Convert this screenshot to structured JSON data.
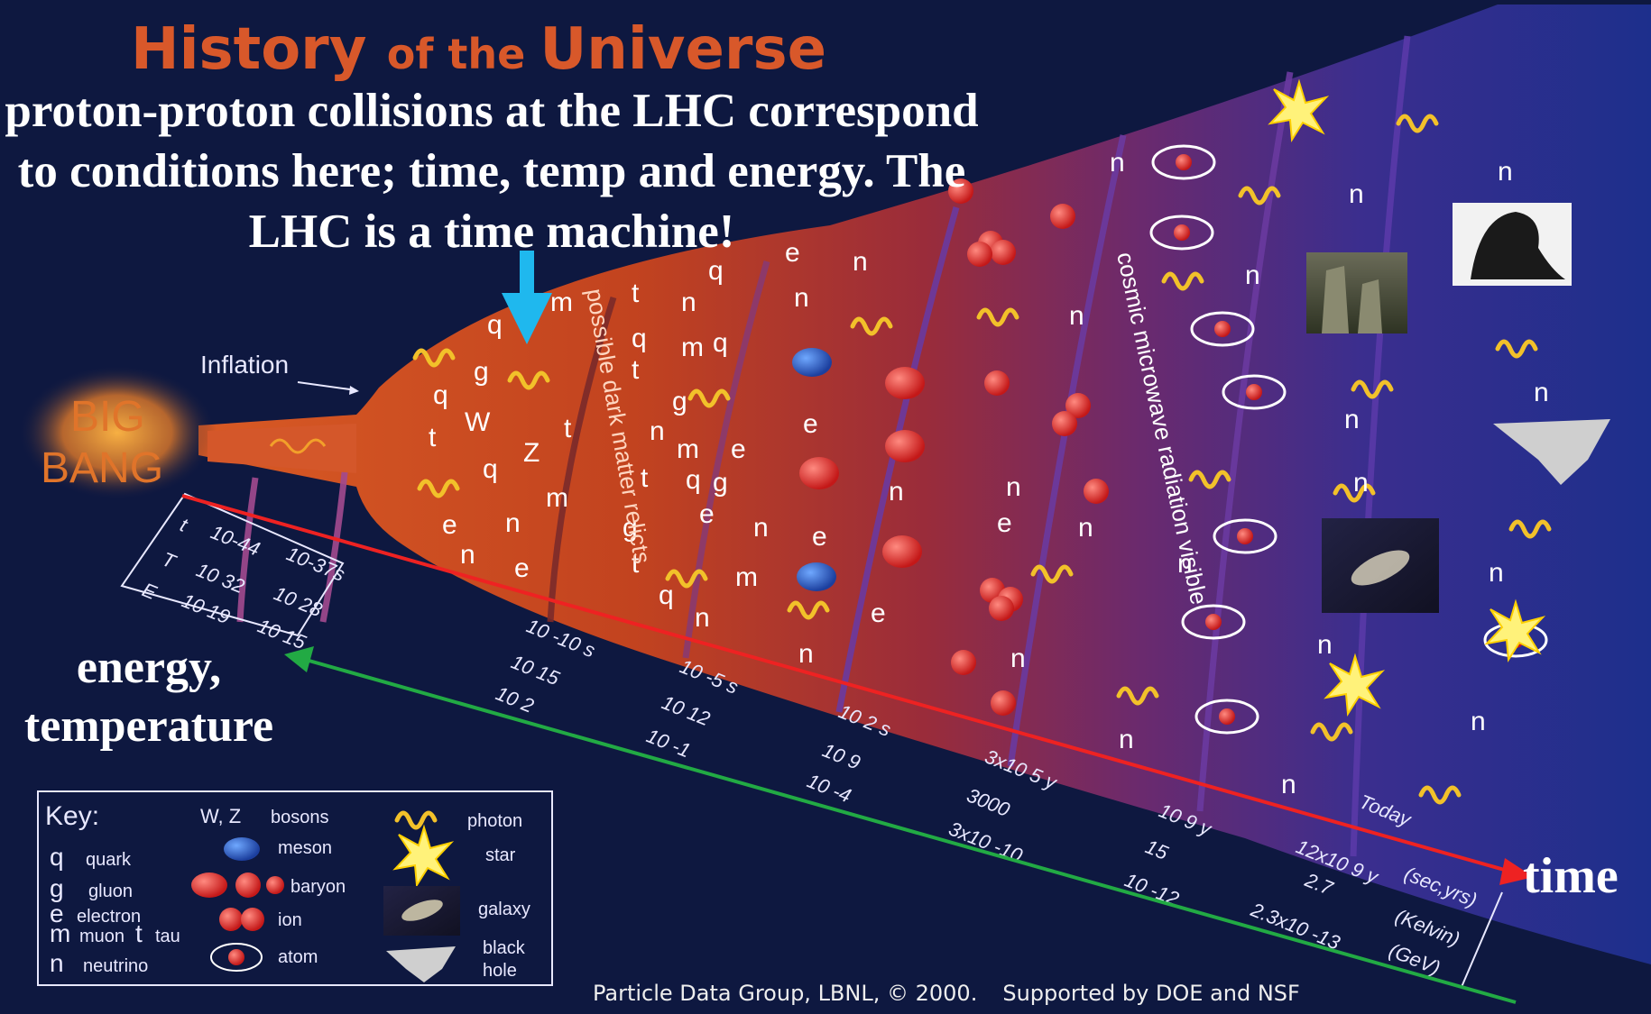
{
  "title": {
    "history": "History ",
    "of_the": "of the ",
    "universe": "Universe"
  },
  "annotations": {
    "lhc_note": "proton-proton collisions at the LHC correspond to conditions here; time, temp and energy. The LHC is a time machine!",
    "energy_temp": "energy, temperature",
    "time": "time"
  },
  "labels": {
    "inflation": "Inflation",
    "big_bang_1": "BIG",
    "big_bang_2": "BANG",
    "dark_matter": "possible dark matter relicts",
    "cmb": "cosmic microwave radiation visible"
  },
  "scale": {
    "t": "t",
    "t_val1": "10-44",
    "t_val2": "10-37s",
    "T": "T",
    "T_val1": "10 32",
    "T_val2": "10 28",
    "E": "E",
    "E_val1": "10 19",
    "E_val2": "10 15"
  },
  "timeline": [
    {
      "t": "10 -10 s",
      "T": "10 15",
      "E": "10 2"
    },
    {
      "t": "10 -5 s",
      "T": "10 12",
      "E": "10 -1"
    },
    {
      "t": "10 2 s",
      "T": "10 9",
      "E": "10 -4"
    },
    {
      "t": "3x10 5 y",
      "T": "3000",
      "E": "3x10 -10"
    },
    {
      "t": "10 9 y",
      "T": "15",
      "E": "10 -12"
    },
    {
      "t": "Today",
      "t2": "12x10 9 y",
      "T": "2.7",
      "E": "2.3x10 -13"
    }
  ],
  "units": {
    "time": "(sec,yrs)",
    "temp": "(Kelvin)",
    "energy": "(GeV)"
  },
  "key": {
    "title": "Key:",
    "q_sym": "q",
    "q": "quark",
    "g_sym": "g",
    "g": "gluon",
    "e_sym": "e",
    "e": "electron",
    "mu_sym": "m",
    "mu": "muon",
    "tau_sym": "t",
    "tau": "tau",
    "n_sym": "n",
    "n": "neutrino",
    "wz_sym": "W, Z",
    "bosons": "bosons",
    "meson": "meson",
    "baryon": "baryon",
    "ion": "ion",
    "atom": "atom",
    "photon": "photon",
    "star": "star",
    "galaxy": "galaxy",
    "black": "black",
    "hole": "hole"
  },
  "credit": {
    "pdg": "Particle Data Group, LBNL, © 2000.",
    "support": "Supported by DOE and NSF"
  }
}
